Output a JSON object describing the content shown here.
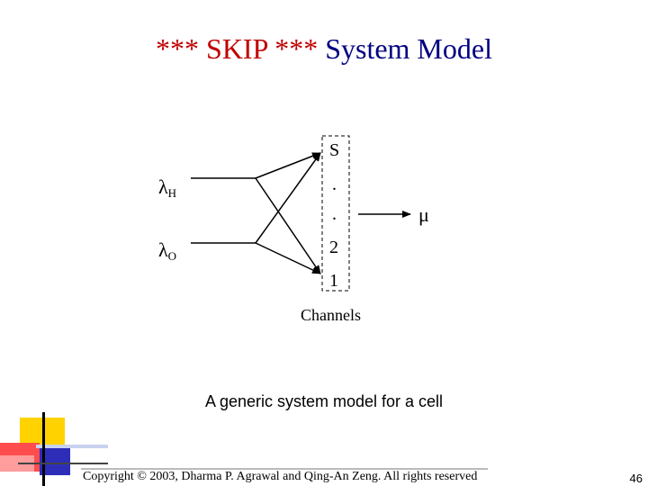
{
  "slide": {
    "title_prefix": "*** SKIP ***",
    "title_main": "System Model",
    "caption": "A generic system model for a cell",
    "footer": "Copyright © 2003, Dharma P. Agrawal and Qing-An Zeng. All rights reserved",
    "page_number": "46"
  },
  "diagram": {
    "inputs": [
      {
        "symbol": "λ",
        "subscript": "H"
      },
      {
        "symbol": "λ",
        "subscript": "O"
      }
    ],
    "channels": [
      "S",
      ".",
      ".",
      "2",
      "1"
    ],
    "channels_label": "Channels",
    "service_rate": "μ"
  },
  "colors": {
    "title_prefix": "#c00000",
    "title_main": "#000080"
  }
}
